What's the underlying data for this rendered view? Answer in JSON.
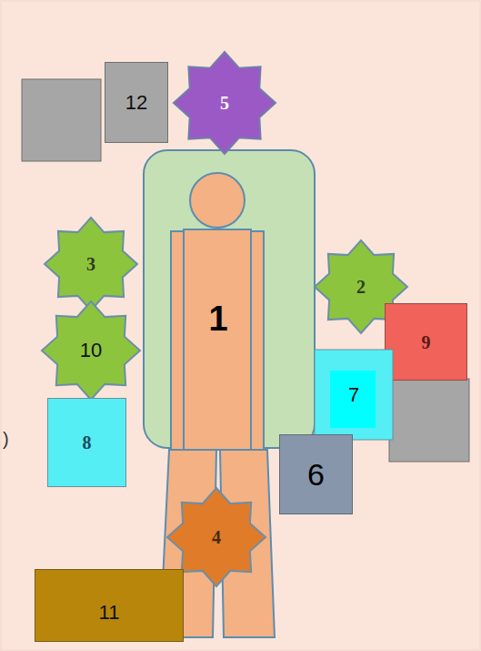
{
  "diagram": {
    "nodes": [
      {
        "text": [
          "12"
        ]
      },
      {
        "text": [
          "5"
        ]
      },
      {
        "text": [
          "3"
        ]
      },
      {
        "text": [
          "2"
        ]
      },
      {
        "text": [
          "1"
        ]
      },
      {
        "text": [
          "10"
        ]
      },
      {
        "text": [
          "9"
        ]
      },
      {
        "text": [
          "7"
        ]
      },
      {
        "text": [
          "8"
        ]
      },
      {
        "text": [
          "6"
        ]
      },
      {
        "text": [
          "4"
        ]
      },
      {
        "text": [
          "11"
        ]
      }
    ],
    "labels": [
      ")"
    ]
  }
}
